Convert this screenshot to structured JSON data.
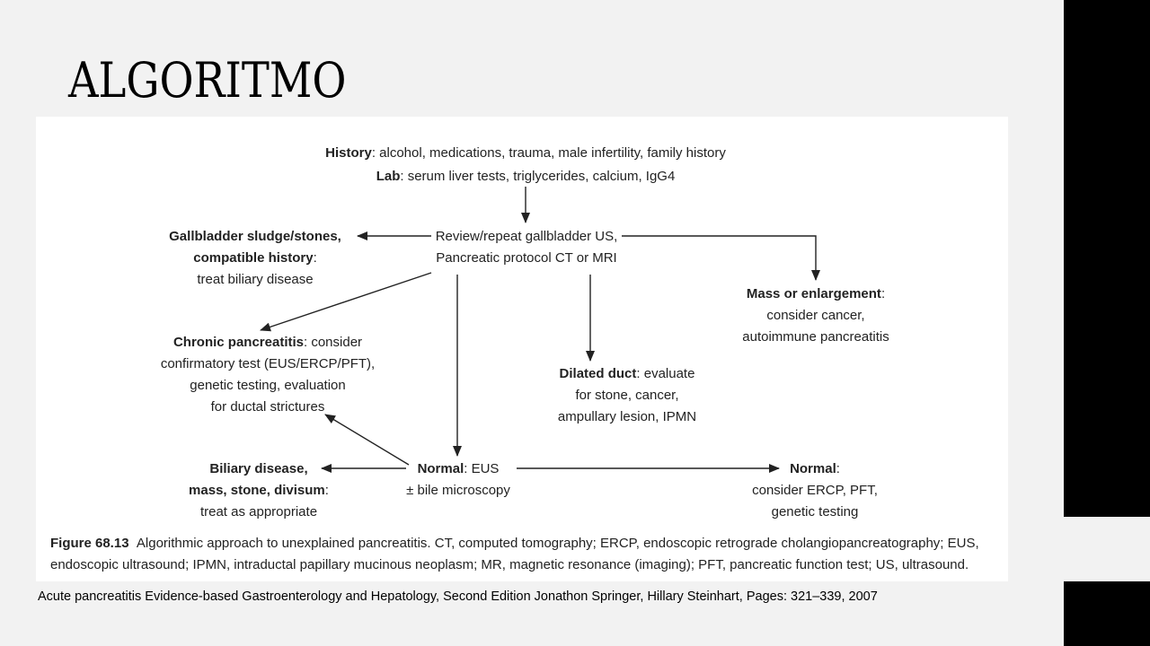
{
  "slide": {
    "title": "ALGORITMO",
    "citation": "Acute pancreatitis Evidence-based Gastroenterology and Hepatology, Second Edition Jonathon Springer, Hillary Steinhart, Pages: 321–339, 2007"
  },
  "diagram": {
    "history": {
      "label": "History",
      "text": ": alcohol, medications, trauma, male infertility, family history"
    },
    "lab": {
      "label": "Lab",
      "text": ": serum liver tests, triglycerides, calcium, IgG4"
    },
    "review": {
      "line1": "Review/repeat gallbladder US,",
      "line2": "Pancreatic protocol CT or MRI"
    },
    "gallbladder": {
      "line1": "Gallbladder sludge/stones,",
      "line2_bold": "compatible history",
      "line2_rest": ":",
      "line3": "treat biliary disease"
    },
    "mass": {
      "label": "Mass or enlargement",
      "rest": ":",
      "line2": "consider cancer,",
      "line3": "autoimmune pancreatitis"
    },
    "chronic": {
      "label": "Chronic pancreatitis",
      "rest": ": consider",
      "line2": "confirmatory test (EUS/ERCP/PFT),",
      "line3": "genetic testing, evaluation",
      "line4": "for ductal strictures"
    },
    "dilated": {
      "label": "Dilated duct",
      "rest": ": evaluate",
      "line2": "for stone, cancer,",
      "line3": "ampullary lesion, IPMN"
    },
    "normal_eus": {
      "label": "Normal",
      "rest": ": EUS",
      "line2": "± bile microscopy"
    },
    "biliary": {
      "line1": "Biliary disease,",
      "line2_bold": "mass, stone, divisum",
      "line2_rest": ":",
      "line3": "treat as appropriate"
    },
    "normal_final": {
      "label": "Normal",
      "rest": ":",
      "line2": "consider ERCP, PFT,",
      "line3": "genetic testing"
    },
    "caption": {
      "label": "Figure 68.13",
      "text": "Algorithmic approach to unexplained pancreatitis. CT, computed tomography; ERCP, endoscopic retrograde cholangiopancreatography; EUS, endoscopic ultrasound; IPMN, intraductal papillary mucinous neoplasm; MR, magnetic resonance (imaging); PFT, pancreatic function test; US, ultrasound."
    }
  }
}
